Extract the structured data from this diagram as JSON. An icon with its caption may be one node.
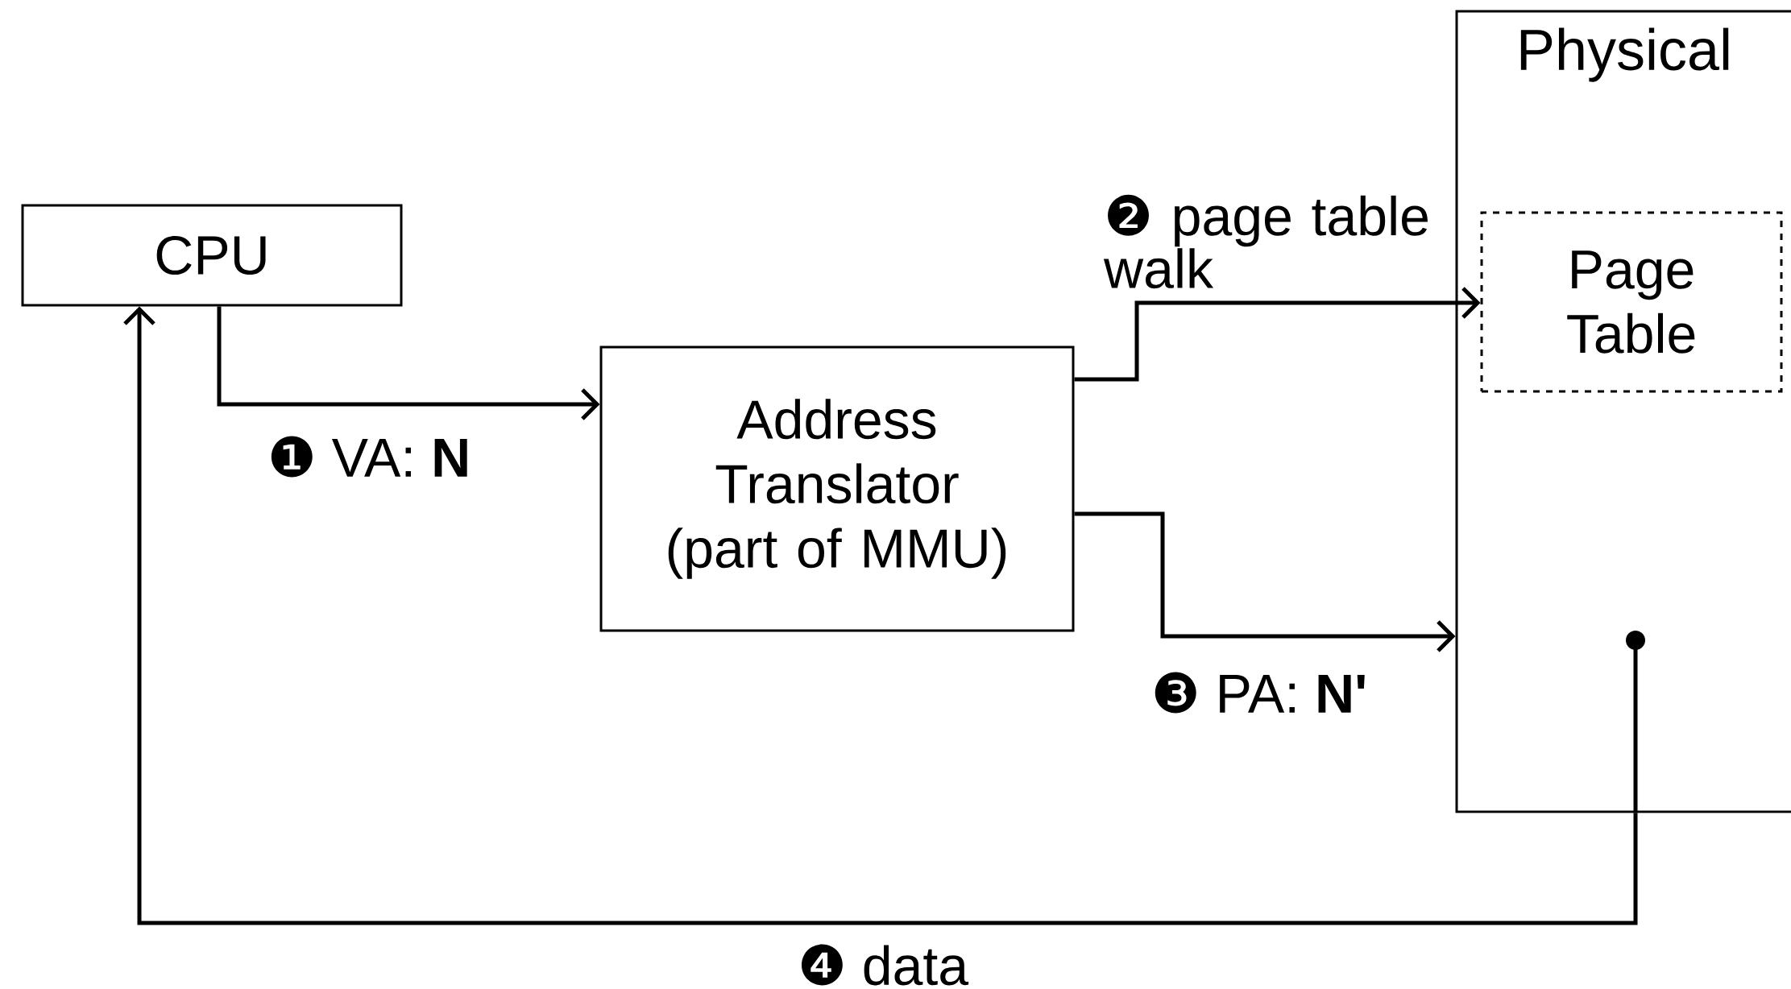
{
  "diagram": {
    "nodes": [
      {
        "text": [
          "CPU"
        ]
      },
      {
        "text": [
          "Address Translator (part of MMU)"
        ]
      },
      {
        "text": [
          "Physical"
        ]
      },
      {
        "text": [
          "Page Table"
        ],
        "in": 2
      }
    ],
    "edges": [
      {
        "from": 0,
        "to": 1,
        "arrow": "to",
        "label": "❶ VA: **N**"
      },
      {
        "from": 1,
        "to": 3,
        "arrow": "to",
        "label": "❷ page table walk"
      },
      {
        "from": 1,
        "to": 2,
        "arrow": "to",
        "label": "❸ PA: **N'**"
      },
      {
        "from": 2,
        "to": 0,
        "arrow": "to",
        "label": "❹ data"
      }
    ]
  }
}
